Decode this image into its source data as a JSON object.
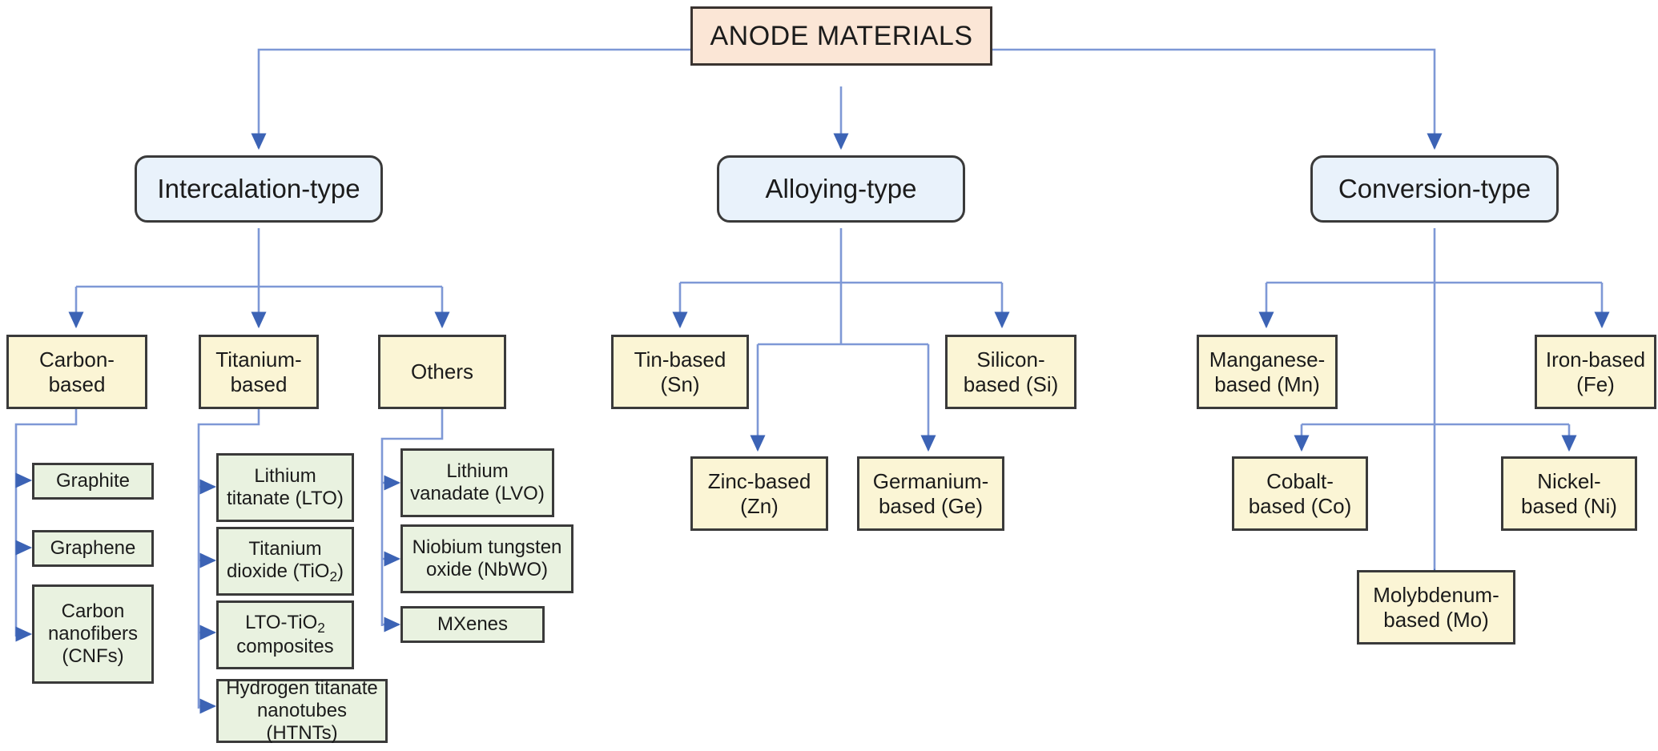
{
  "diagram": {
    "title": "ANODE MATERIALS",
    "type": "flowchart",
    "colors": {
      "root_fill": "#FBE6D6",
      "category_fill": "#E9F2FB",
      "subcategory_fill": "#FBF5D5",
      "leaf_fill": "#E9F2E0",
      "border": "#3a3a3a",
      "connector": "#6f8fd0"
    },
    "root": {
      "label": "ANODE MATERIALS"
    },
    "categories": [
      {
        "id": "intercalation",
        "label": "Intercalation-type"
      },
      {
        "id": "alloying",
        "label": "Alloying-type"
      },
      {
        "id": "conversion",
        "label": "Conversion-type"
      }
    ],
    "subcategories": [
      {
        "id": "carbon",
        "parent": "intercalation",
        "label": "Carbon-\nbased"
      },
      {
        "id": "titanium",
        "parent": "intercalation",
        "label": "Titanium-\nbased"
      },
      {
        "id": "others",
        "parent": "intercalation",
        "label": "Others"
      },
      {
        "id": "tin",
        "parent": "alloying",
        "label": "Tin-based\n(Sn)"
      },
      {
        "id": "zinc",
        "parent": "alloying",
        "label": "Zinc-based\n(Zn)"
      },
      {
        "id": "germanium",
        "parent": "alloying",
        "label": "Germanium-\nbased (Ge)"
      },
      {
        "id": "silicon",
        "parent": "alloying",
        "label": "Silicon-\nbased (Si)"
      },
      {
        "id": "manganese",
        "parent": "conversion",
        "label": "Manganese-\nbased (Mn)"
      },
      {
        "id": "cobalt",
        "parent": "conversion",
        "label": "Cobalt-\nbased (Co)"
      },
      {
        "id": "molybdenum",
        "parent": "conversion",
        "label": "Molybdenum-\nbased (Mo)"
      },
      {
        "id": "nickel",
        "parent": "conversion",
        "label": "Nickel-\nbased (Ni)"
      },
      {
        "id": "iron",
        "parent": "conversion",
        "label": "Iron-based\n(Fe)"
      }
    ],
    "leaves": [
      {
        "id": "graphite",
        "parent": "carbon",
        "label": "Graphite"
      },
      {
        "id": "graphene",
        "parent": "carbon",
        "label": "Graphene"
      },
      {
        "id": "cnf",
        "parent": "carbon",
        "label": "Carbon\nnanofibers\n(CNFs)"
      },
      {
        "id": "lto",
        "parent": "titanium",
        "label": "Lithium\ntitanate (LTO)"
      },
      {
        "id": "tio2",
        "parent": "titanium",
        "label": "Titanium\ndioxide (TiO2)",
        "html": "Titanium<br>dioxide (TiO<sub>2</sub>)"
      },
      {
        "id": "ltotio2",
        "parent": "titanium",
        "label": "LTO-TiO2\ncomposites",
        "html": "LTO-TiO<sub>2</sub><br>composites"
      },
      {
        "id": "htnt",
        "parent": "titanium",
        "label": "Hydrogen titanate\nnanotubes (HTNTs)"
      },
      {
        "id": "lvo",
        "parent": "others",
        "label": "Lithium\nvanadate (LVO)"
      },
      {
        "id": "nbwo",
        "parent": "others",
        "label": "Niobium tungsten\noxide (NbWO)"
      },
      {
        "id": "mxenes",
        "parent": "others",
        "label": "MXenes"
      }
    ]
  }
}
